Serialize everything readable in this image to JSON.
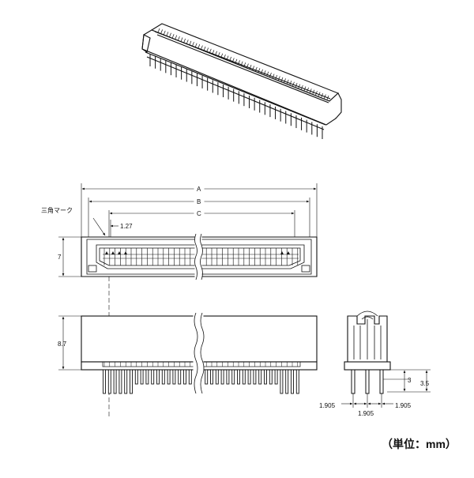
{
  "labels": {
    "dim_a": "A",
    "dim_b": "B",
    "dim_c": "C",
    "pitch": "1.27",
    "triangle_mark": "三角マーク",
    "height_7": "7",
    "height_8_7": "8.7",
    "pin_3": "3",
    "pin_3_5": "3.5",
    "spacing_left": "1.905",
    "spacing_mid": "1.905",
    "spacing_right": "1.905"
  },
  "units_note": "（単位：mm）"
}
